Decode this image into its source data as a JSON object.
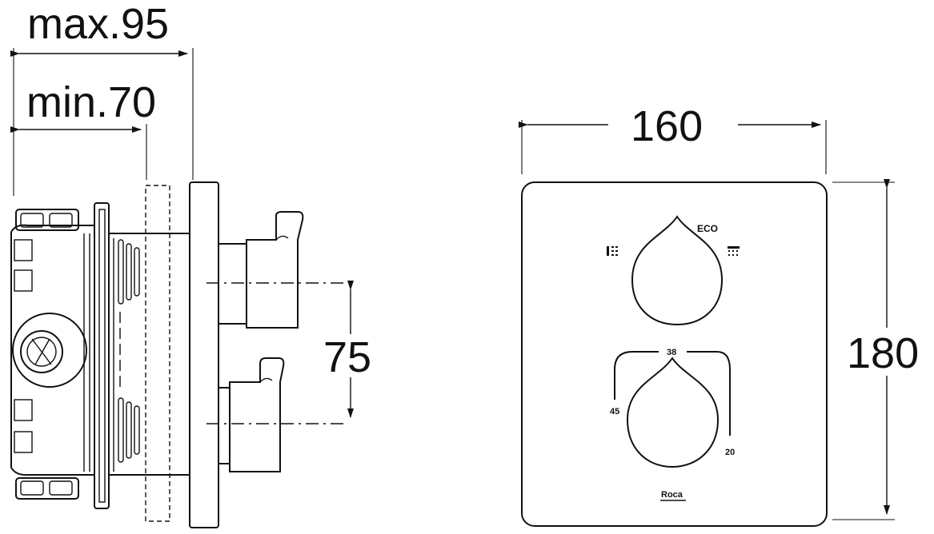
{
  "side_view": {
    "dim_max": "max.95",
    "dim_min": "min.70",
    "dim_spacing": "75"
  },
  "front_view": {
    "dim_width": "160",
    "dim_height": "180",
    "eco_label": "ECO",
    "temp_top": "38",
    "temp_left": "45",
    "temp_right": "20",
    "brand": "Roca"
  },
  "icons": [
    "hand-shower-icon",
    "overhead-shower-icon"
  ]
}
